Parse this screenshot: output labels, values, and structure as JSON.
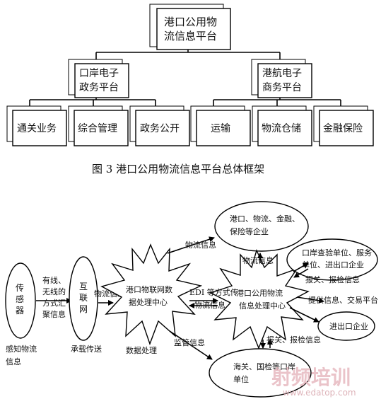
{
  "top_diagram": {
    "root": [
      "港口公用物",
      "流信息平台"
    ],
    "mid_left": [
      "口岸电子",
      "政务平台"
    ],
    "mid_right": [
      "港航电子",
      "商务平台"
    ],
    "leaves_left": [
      "通关业务",
      "综合管理",
      "政务公开"
    ],
    "leaves_right": [
      "运输",
      "物流仓储",
      "金融保险"
    ],
    "caption": "图 3   港口公用物流信息平台总体框架"
  },
  "bottom_diagram": {
    "sensor": [
      "传",
      "感",
      "器"
    ],
    "sensor_caption": [
      "感知物流",
      "信息"
    ],
    "methods": [
      "有线、",
      "无线的",
      "方式汇",
      "聚信息"
    ],
    "internet": [
      "互",
      "联",
      "网"
    ],
    "internet_caption": "承载传送",
    "iot_center": [
      "港口物联网数",
      "据处理中心"
    ],
    "data_processing": "数据处理",
    "public_center": [
      "港口公用物流",
      "信息处理中心"
    ],
    "top_ellipse": [
      "港口、物流、金融、",
      "保险等企业"
    ],
    "right_ellipse": [
      "口岸查验单位、服务",
      "单位、进出口企业"
    ],
    "io_ellipse": "进出口企业",
    "bottom_ellipse": [
      "海关、国检等口岸",
      "单位"
    ],
    "labels": {
      "logistics_info_1": "物流信息",
      "logistics_info_2": "物流信息",
      "logistics_info_3": "物流信息",
      "logistics_info_4": "物流信息",
      "edi": "EDI 等方式传",
      "declare_1": "报关、报检信息",
      "declare_2": "报关、报检信息",
      "provide": "提供信息、交易平台",
      "supervise": "监管信息"
    }
  },
  "watermark": {
    "title": "射频培训",
    "url": "www.edatop.com"
  }
}
